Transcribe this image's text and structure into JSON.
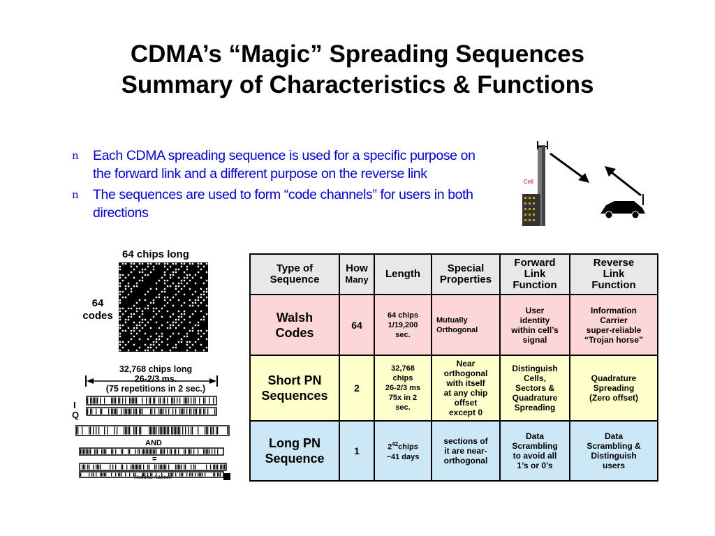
{
  "title": {
    "line1": "CDMA’s “Magic” Spreading Sequences",
    "line2": "Summary of Characteristics & Functions"
  },
  "bullets": [
    {
      "mark": "n",
      "text": "Each CDMA spreading sequence is used for a specific purpose on the forward link and a different purpose on the reverse link"
    },
    {
      "mark": "n",
      "text": "The sequences are used to form “code channels” for users in both directions"
    }
  ],
  "illustration": {
    "cell_label": "Cell",
    "icons": [
      "cell-tower-icon",
      "car-icon",
      "arrow-down-right-icon",
      "arrow-up-left-icon"
    ]
  },
  "walsh_figure": {
    "top_label": "64 chips long",
    "side_label_line1": "64",
    "side_label_line2": "codes"
  },
  "pn_figure": {
    "line1": "32,768 chips long",
    "line2": "26-2/3 ms.",
    "line3": "(75 repetitions in 2 sec.)",
    "i_label": "I",
    "q_label": "Q",
    "and_label": "AND",
    "eq_label": "=",
    "mod_label": "Modulo2  Addition"
  },
  "table": {
    "headers": [
      [
        "Type of",
        "Sequence"
      ],
      [
        "How",
        "Many"
      ],
      [
        "Length"
      ],
      [
        "Special",
        "Properties"
      ],
      [
        "Forward",
        "Link",
        "Function"
      ],
      [
        "Reverse",
        "Link",
        "Function"
      ]
    ],
    "rows": [
      {
        "type": [
          "Walsh",
          "Codes"
        ],
        "how_many": "64",
        "length": [
          "64 chips",
          "1/19,200",
          "sec."
        ],
        "special": [
          "Mutually",
          "Orthogonal"
        ],
        "forward": [
          "User",
          "identity",
          "within cell’s",
          "signal"
        ],
        "reverse": [
          "Information",
          "Carrier",
          "super-reliable",
          "“Trojan horse”"
        ]
      },
      {
        "type": [
          "Short PN",
          "Sequences"
        ],
        "how_many": "2",
        "length": [
          "32,768",
          "chips",
          "26-2/3 ms",
          "75x in 2",
          "sec."
        ],
        "special": [
          "Near",
          "orthogonal",
          "with itself",
          "at any chip",
          "offset",
          "except 0"
        ],
        "forward": [
          "Distinguish",
          "Cells,",
          "Sectors &",
          "Quadrature",
          "Spreading"
        ],
        "reverse": [
          "Quadrature",
          "Spreading",
          "(Zero offset)"
        ]
      },
      {
        "type": [
          "Long PN",
          "Sequence"
        ],
        "how_many": "1",
        "length_base": "2",
        "length_sup": "42",
        "length_unit": "chips",
        "length_line2": "~41 days",
        "special": [
          "sections of",
          "it are near-",
          "orthogonal"
        ],
        "forward": [
          "Data",
          "Scrambling",
          "to avoid all",
          "1’s or 0’s"
        ],
        "reverse": [
          "Data",
          "Scrambling &",
          "Distinguish",
          "users"
        ]
      }
    ]
  }
}
